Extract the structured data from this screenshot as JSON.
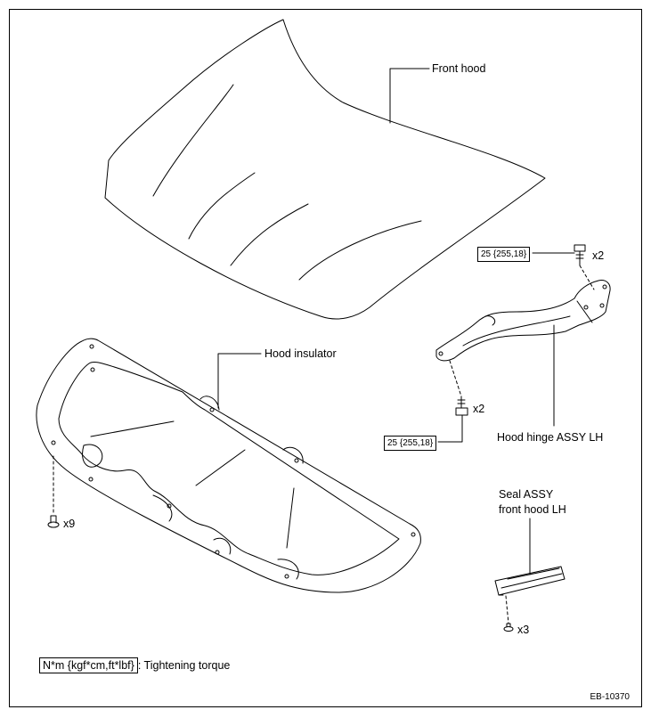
{
  "labels": {
    "front_hood": "Front hood",
    "hood_insulator": "Hood insulator",
    "hood_hinge": "Hood hinge ASSY LH",
    "seal_line1": "Seal ASSY",
    "seal_line2": "front hood LH"
  },
  "torque": {
    "upper_bolt": "25 {255,18}",
    "lower_bolt": "25 {255,18}"
  },
  "quantities": {
    "upper_bolt": "x2",
    "lower_bolt": "x2",
    "insulator_clip": "x9",
    "seal_clip": "x3"
  },
  "legend": {
    "unit_box": "N*m {kgf*cm,ft*lbf}",
    "description": ": Tightening torque"
  },
  "figure_code": "EB-10370"
}
